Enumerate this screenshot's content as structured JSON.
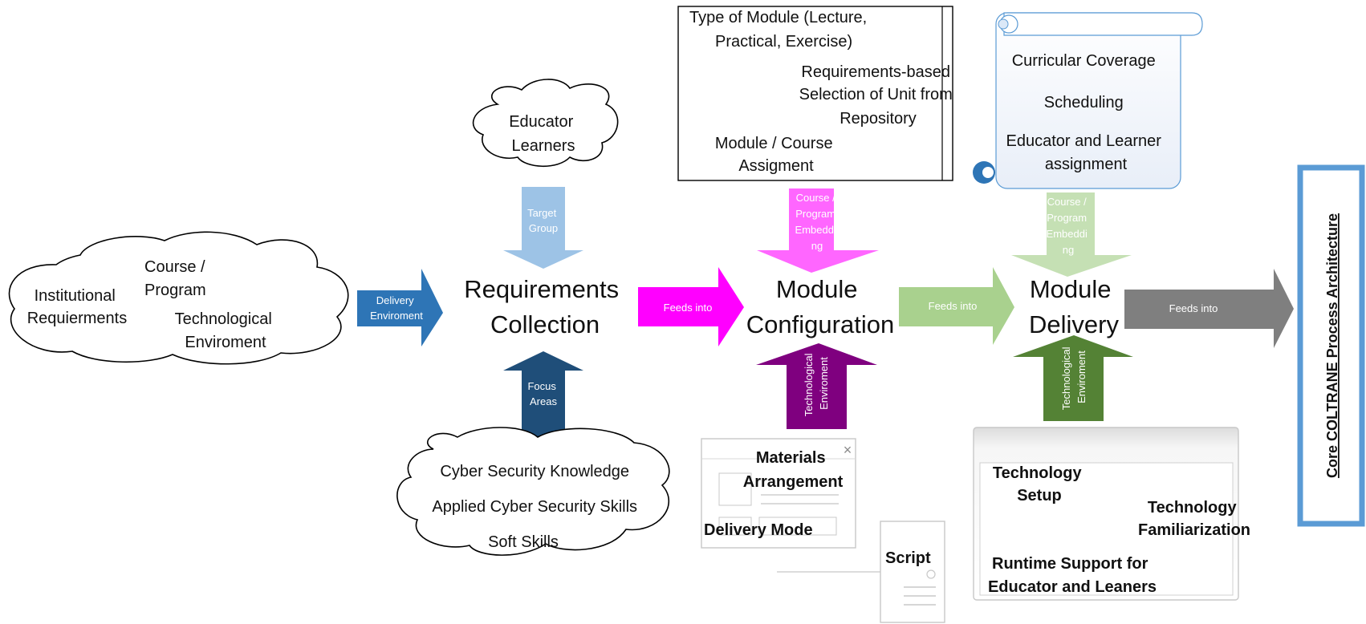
{
  "nodes": {
    "requirements": [
      "Requirements",
      "Collection"
    ],
    "configuration": [
      "Module",
      "Configuration"
    ],
    "delivery": [
      "Module",
      "Delivery"
    ]
  },
  "clouds": {
    "institutional": {
      "course_program": [
        "Course /",
        "Program"
      ],
      "institutional_req": [
        "Institutional",
        "Requierments"
      ],
      "tech_env": [
        "Technological",
        "Enviroment"
      ]
    },
    "target": [
      "Educator",
      "Learners"
    ],
    "focus": [
      "Cyber Security Knowledge",
      "Applied Cyber Security Skills",
      "Soft Skills"
    ]
  },
  "arrows": {
    "delivery_env": [
      "Delivery",
      "Enviroment"
    ],
    "target_group": [
      "Target",
      "Group"
    ],
    "focus_areas": [
      "Focus",
      "Areas"
    ],
    "feeds1": "Feeds into",
    "feeds2": "Feeds into",
    "feeds3": "Feeds into",
    "embed1": [
      "Course /",
      "Program",
      "Embeddi",
      "ng"
    ],
    "embed2": [
      "Course /",
      "Program",
      "Embeddi",
      "ng"
    ],
    "tech_env1": [
      "Technological",
      "Enviroment"
    ],
    "tech_env2": [
      "Technological",
      "Enviroment"
    ]
  },
  "module_box": {
    "type": [
      "Type of Module (Lecture,",
      "Practical, Exercise)"
    ],
    "selection": [
      "Requirements-based",
      "Selection of Unit from",
      "Repository"
    ],
    "assignment": [
      "Module / Course",
      "Assigment"
    ]
  },
  "scroll": {
    "coverage": "Curricular Coverage",
    "scheduling": "Scheduling",
    "assignment": [
      "Educator and Learner",
      "assignment"
    ]
  },
  "materials": {
    "title": [
      "Materials",
      "Arrangement"
    ],
    "delivery_mode": "Delivery Mode",
    "close": "×"
  },
  "script_label": "Script",
  "tech_panel": {
    "setup": [
      "Technology",
      "Setup"
    ],
    "familiarization": [
      "Technology",
      "Familiarization"
    ],
    "runtime": [
      "Runtime Support for",
      "Educator and Leaners"
    ]
  },
  "side_title": "Core COLTRANE Process Architecture",
  "colors": {
    "blue_arrow": "#2e75b6",
    "light_blue_arrow": "#9dc3e6",
    "dark_blue_arrow": "#1f4e79",
    "magenta": "#ff00ff",
    "light_magenta": "#ff66ff",
    "purple": "#7f007f",
    "light_green": "#a9d18e",
    "dark_green": "#548235",
    "grey": "#7f7f7f",
    "frame_blue": "#5b9bd5"
  }
}
